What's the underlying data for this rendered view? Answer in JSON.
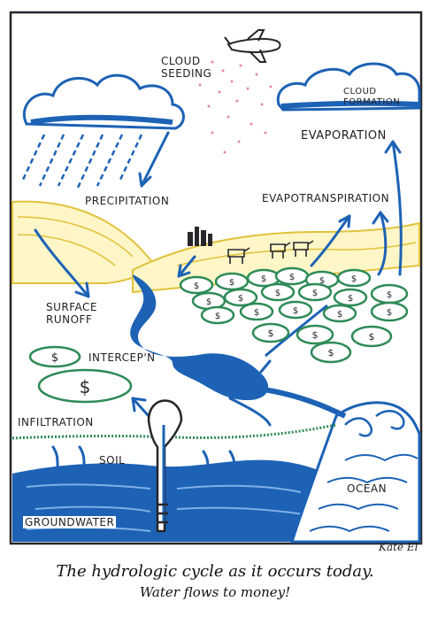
{
  "labels": {
    "cloud_seeding": [
      "CLOUD",
      "SEEDING"
    ],
    "cloud_formation": [
      "CLOUD",
      "FORMATION"
    ],
    "evaporation": "EVAPORATION",
    "precipitation": "PRECIPITATION",
    "evapotranspiration": "EVAPOTRANSPIRATION",
    "surface_runoff": [
      "SURFACE",
      "RUNOFF"
    ],
    "interception": "INTERCEP'N",
    "infiltration": "INFILTRATION",
    "soil": "SOIL",
    "ocean": "OCEAN",
    "groundwater": "GROUNDWATER"
  },
  "money_symbol": "$",
  "signature": "Kate El",
  "caption": {
    "line1": "The hydrologic cycle as it occurs today.",
    "line2": "Water flows to money!"
  },
  "colors": {
    "water_blue": "#1b5fb0",
    "money_green": "#2e8a57",
    "hill_yellow": "#e8d35a",
    "pink_seed": "#e58aa3",
    "ink": "#1f1f24"
  }
}
